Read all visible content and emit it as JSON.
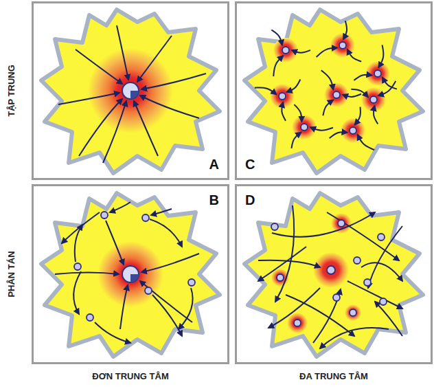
{
  "diagram": {
    "nodes": [
      {
        "text": [
          "A"
        ]
      },
      {
        "text": [
          "C"
        ]
      },
      {
        "text": [
          "B"
        ]
      },
      {
        "text": [
          "D"
        ]
      }
    ],
    "labels": [
      "TẬP TRUNG",
      "PHÂN TÁN",
      "ĐƠN TRUNG TÂM",
      "ĐA TRUNG TÂM"
    ]
  }
}
